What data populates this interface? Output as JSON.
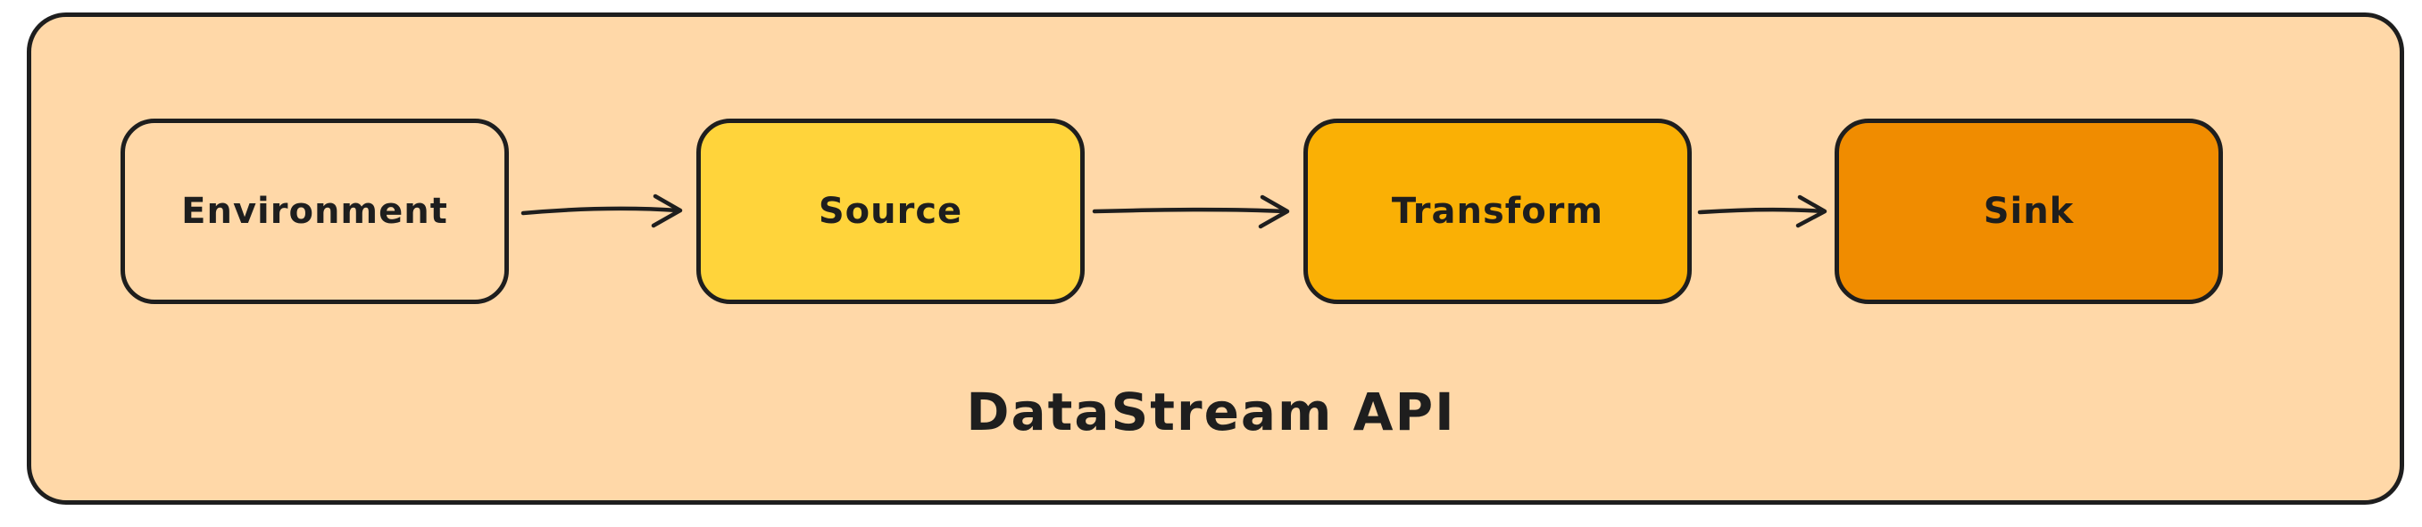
{
  "diagram": {
    "title": "DataStream API",
    "stroke_color": "#1e1e1e",
    "container": {
      "label": "DataStream API",
      "fill": "#ffd8a8"
    },
    "nodes": [
      {
        "id": "environment",
        "label": "Environment",
        "fill": "#ffd8a8"
      },
      {
        "id": "source",
        "label": "Source",
        "fill": "#ffd43b"
      },
      {
        "id": "transform",
        "label": "Transform",
        "fill": "#fab005"
      },
      {
        "id": "sink",
        "label": "Sink",
        "fill": "#f08c00"
      }
    ],
    "edges": [
      {
        "from": "Environment",
        "to": "Source"
      },
      {
        "from": "Source",
        "to": "Transform"
      },
      {
        "from": "Transform",
        "to": "Sink"
      }
    ]
  }
}
